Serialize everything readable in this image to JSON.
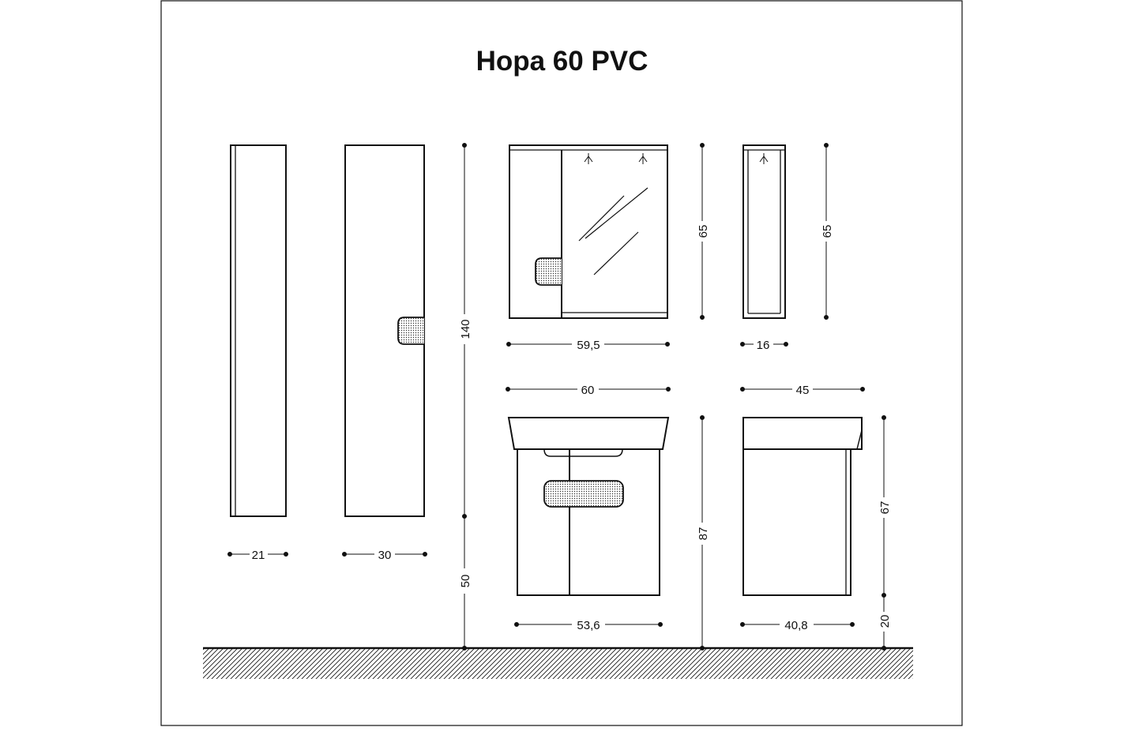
{
  "title": "Hopa 60 PVC",
  "colors": {
    "ink": "#111111",
    "paper": "#ffffff",
    "handle_fill": "#cfcfcf"
  },
  "dimensions": {
    "tall_side_width": "21",
    "tall_front_width": "30",
    "tall_height": "140",
    "tall_mount_height": "50",
    "mirror_width": "59,5",
    "mirror_height": "65",
    "mirror_side_depth": "16",
    "mirror_side_height": "65",
    "basin_width": "60",
    "basin_depth": "45",
    "vanity_height": "87",
    "vanity_side_height": "67",
    "vanity_leg_height": "20",
    "cabinet_front_width": "53,6",
    "cabinet_side_width": "40,8"
  }
}
